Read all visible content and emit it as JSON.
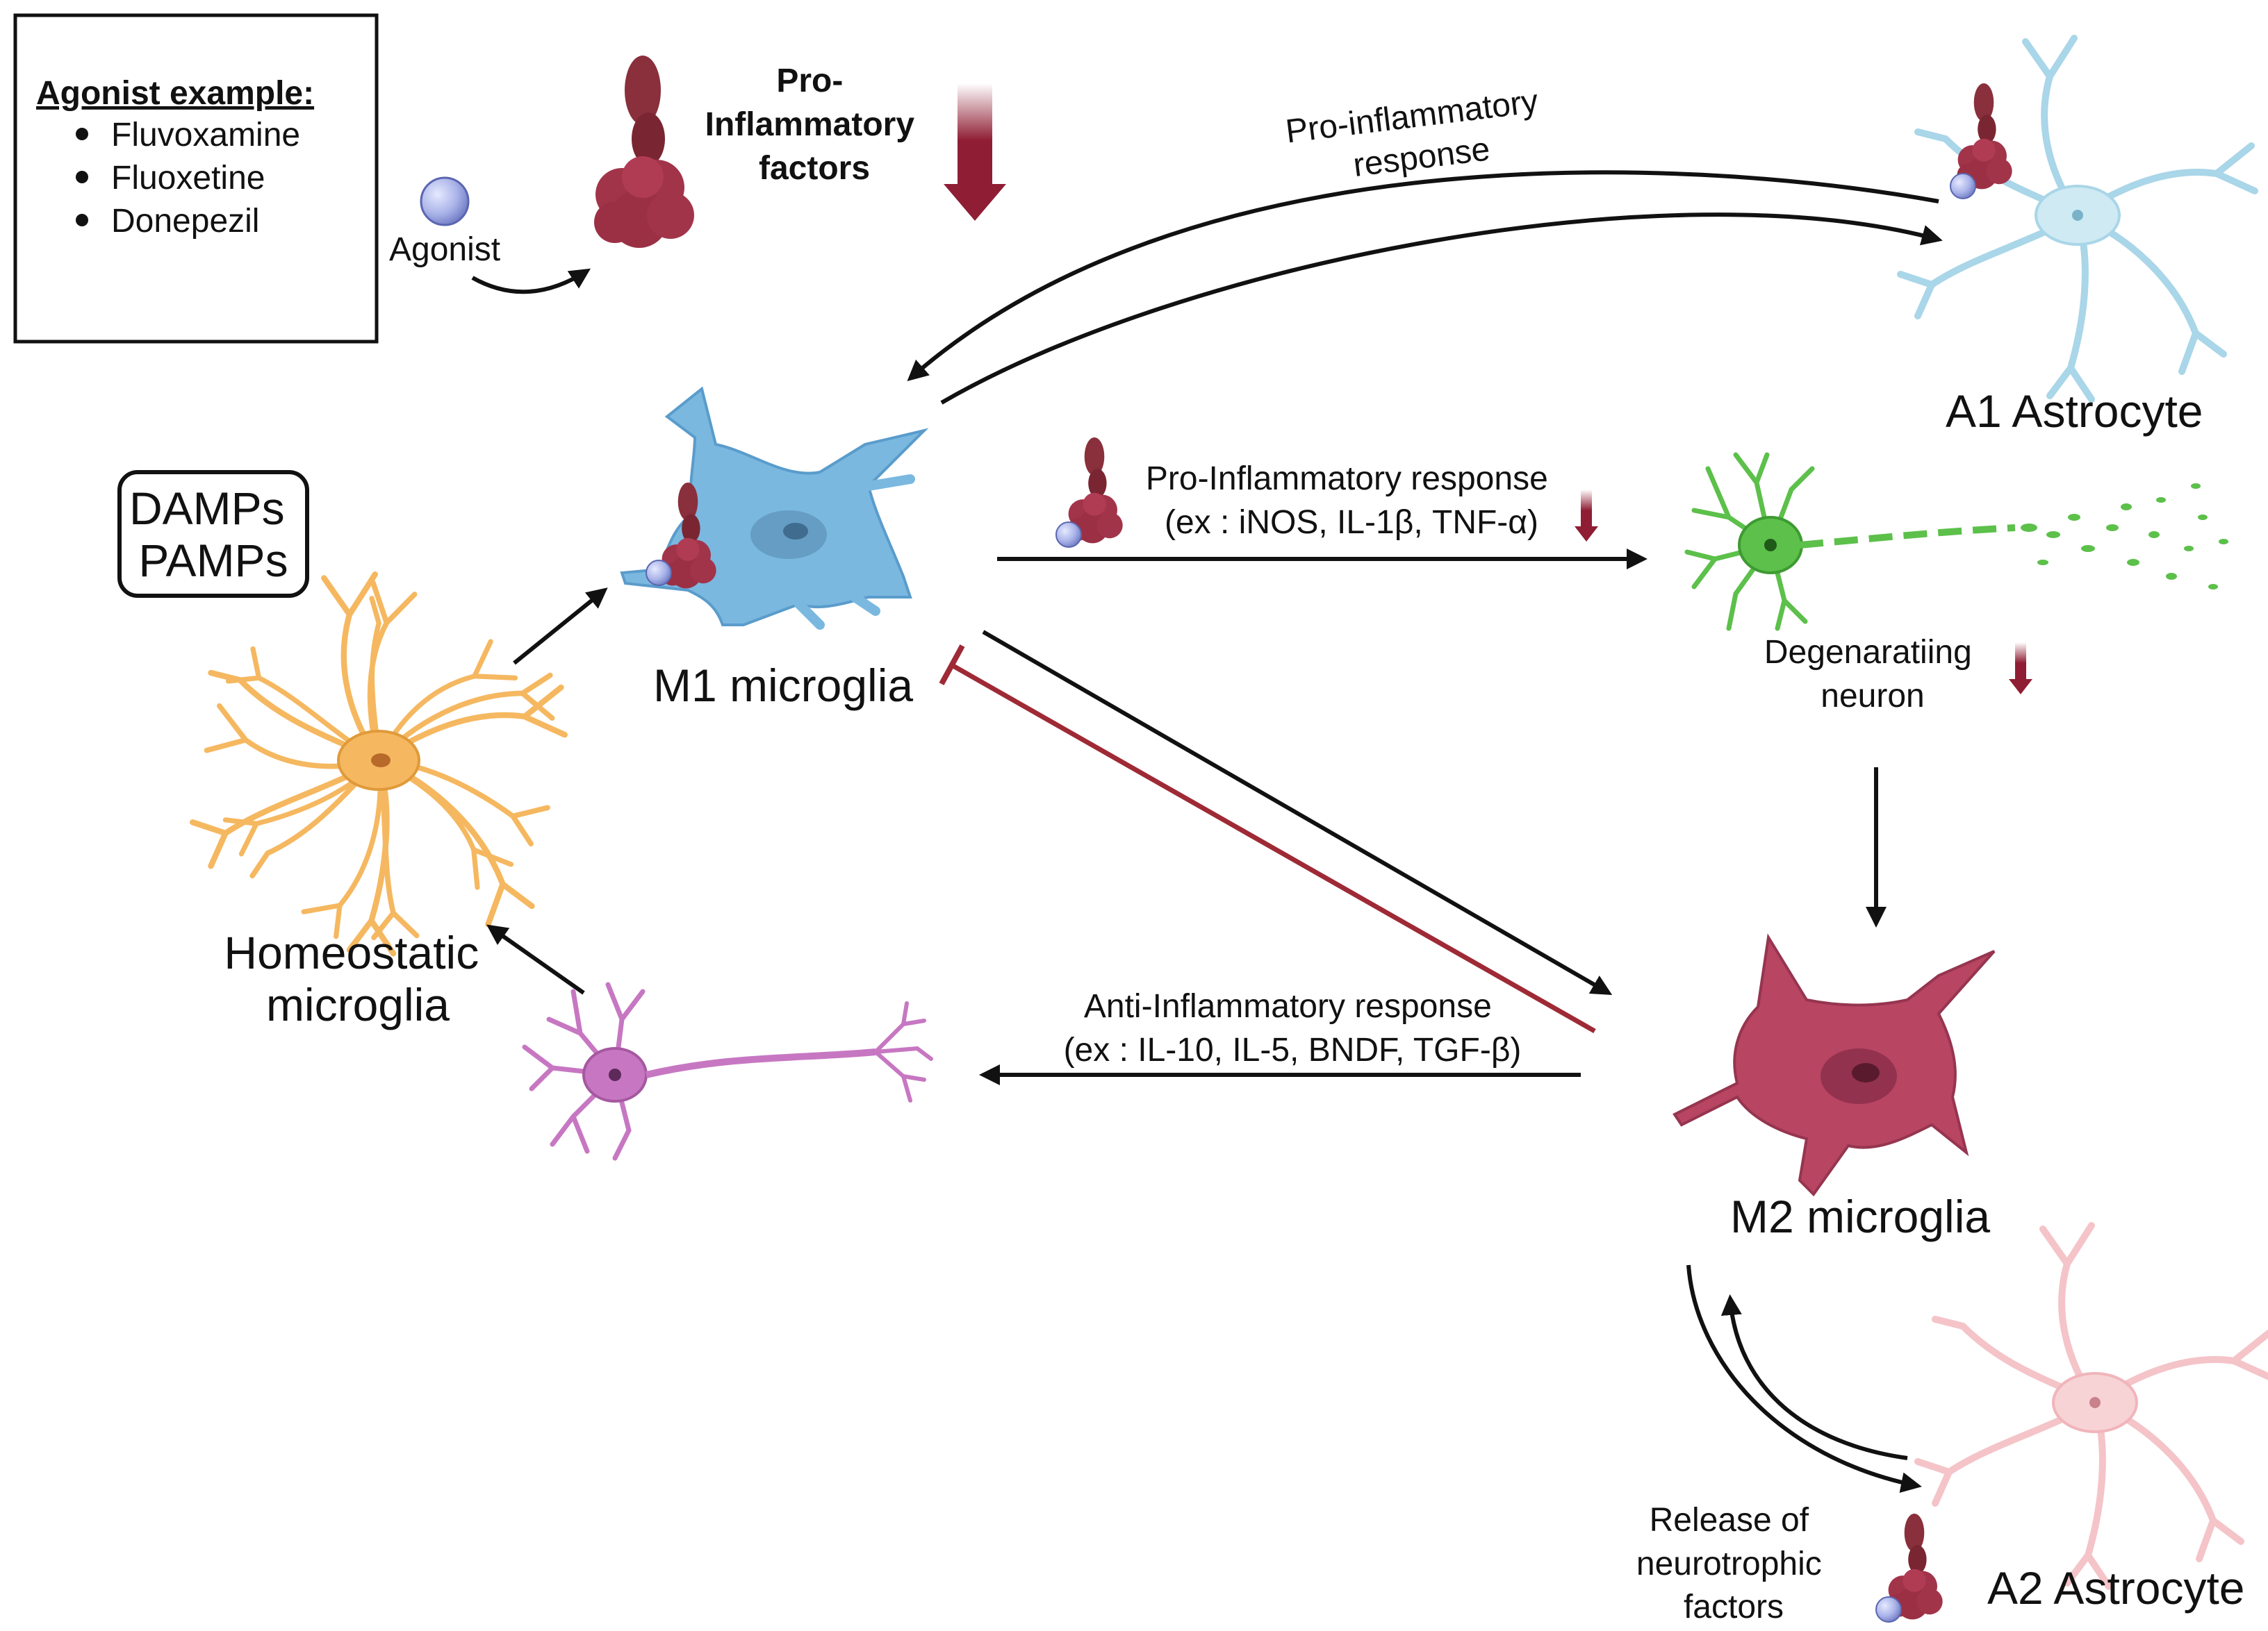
{
  "agonist_box": {
    "title": "Agonist example:",
    "items": [
      "Fluvoxamine",
      "Fluoxetine",
      "Donepezil"
    ]
  },
  "agonist_label": "Agonist",
  "pro_inflammatory_factors": [
    "Pro-",
    "Inflammatory",
    "factors"
  ],
  "pro_inflammatory_response_top": [
    "Pro-inflammatory",
    "response"
  ],
  "a1_astrocyte": "A1 Astrocyte",
  "damps_pamps": [
    "DAMPs",
    "PAMPs"
  ],
  "m1_microglia": "M1 microglia",
  "pro_inflammatory_response_mid": [
    "Pro-Inflammatory response",
    "(ex : iNOS, IL-1β, TNF-α)"
  ],
  "degenerating_neuron": [
    "Degenaratiing",
    "neuron"
  ],
  "homeostatic_microglia": [
    "Homeostatic",
    "microglia"
  ],
  "anti_inflammatory_response": [
    "Anti-Inflammatory response",
    "(ex : IL-10, IL-5, BNDF, TGF-β)"
  ],
  "m2_microglia": "M2 microglia",
  "neurotrophic_release": [
    "Release of",
    "neurotrophic",
    "factors"
  ],
  "a2_astrocyte": "A2 Astrocyte",
  "colors": {
    "m1_cell": "#7ab8e0",
    "m2_cell": "#b84562",
    "homeostatic_cell": "#f5b860",
    "a1_astrocyte": "#bfe3ef",
    "a2_astrocyte": "#f4c4c8",
    "degenerating_neuron": "#5cc04a",
    "repair_neuron": "#c777c2",
    "receptor": "#8a2f3c",
    "agonist_sphere": "#a9b3e8",
    "inhibition_line": "#9e2a36",
    "down_arrow": "#8f1d33"
  }
}
